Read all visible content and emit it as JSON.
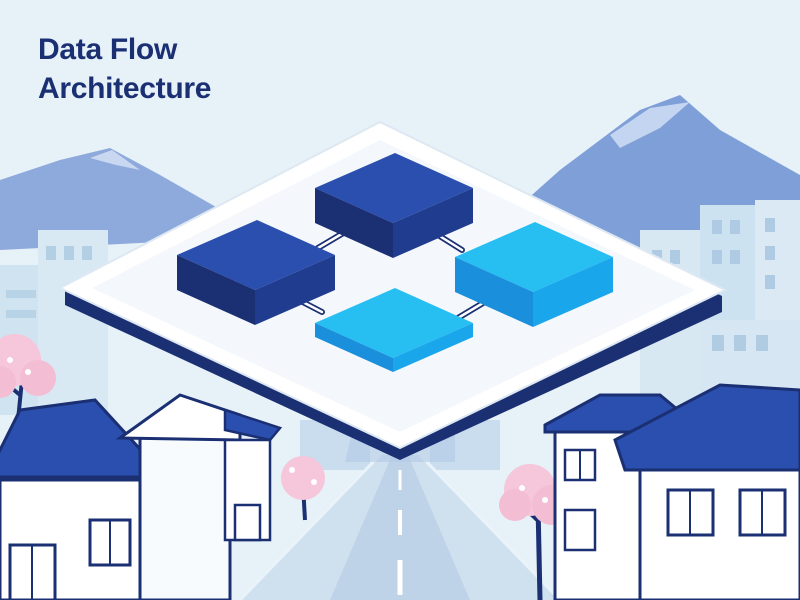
{
  "title": {
    "line1": "Data Flow",
    "line2": "Architecture"
  },
  "palette": {
    "sky": "#e6f1f8",
    "mountain": "#7e9fd7",
    "navy": "#1b2f73",
    "block_dark": "#24479f",
    "block_light": "#22b6ee",
    "blossom": "#f6c6da",
    "platform": "#ffffff"
  },
  "icons": {
    "platform": "isometric-platform",
    "blocks": [
      "dark-block",
      "dark-block",
      "light-block",
      "light-block"
    ]
  }
}
